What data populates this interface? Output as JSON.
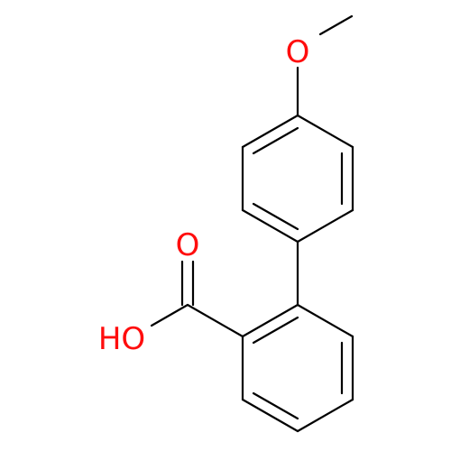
{
  "molecule": {
    "atoms": [
      {
        "id": "o_methoxy",
        "symbol": "O",
        "label": "O"
      },
      {
        "id": "o_carbonyl",
        "symbol": "O",
        "label": "O"
      },
      {
        "id": "o_hydroxyl",
        "symbol": "O",
        "label": "HO"
      }
    ],
    "colors": {
      "bond": "#000000",
      "oxygen": "#ff0d0d",
      "background": "#ffffff"
    }
  }
}
